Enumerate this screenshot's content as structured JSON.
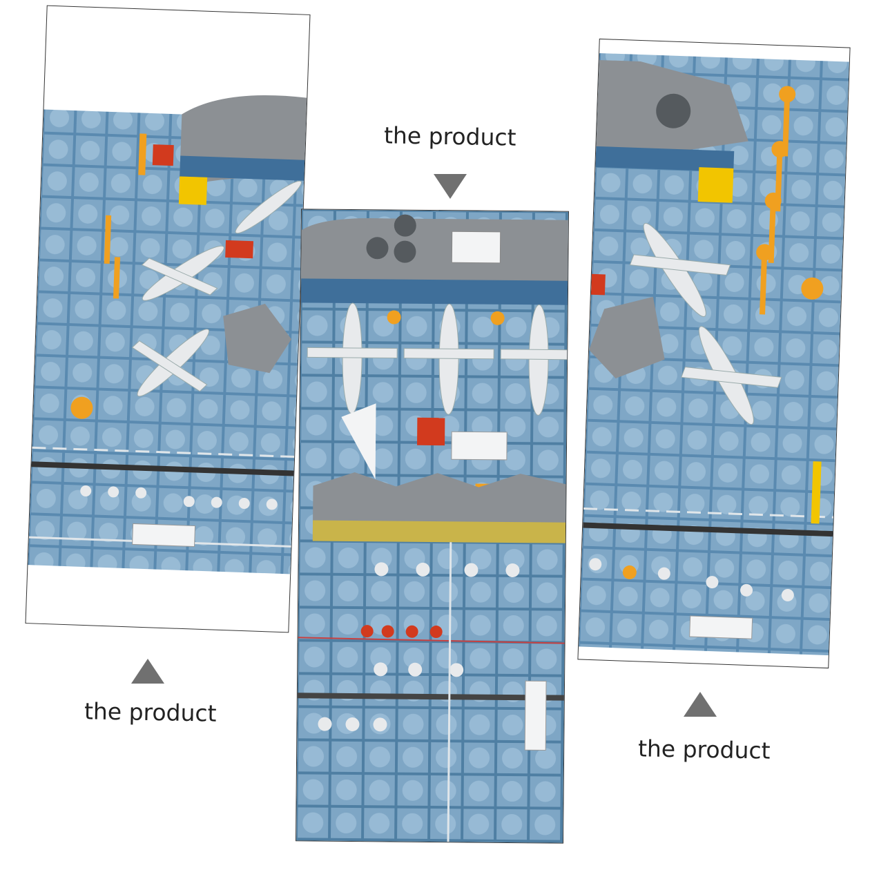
{
  "captions": {
    "left": "the product",
    "center": "the product",
    "right": "the product"
  },
  "icons": {
    "pointer_up": "triangle-up-icon",
    "pointer_down": "triangle-down-icon"
  },
  "colors": {
    "mat_blue": "#4f7fa3",
    "mat_light": "#a9c8df",
    "terminal_gray": "#8c9094",
    "accent_orange": "#f0a020",
    "accent_red": "#d23a1e",
    "pointer_gray": "#707070"
  }
}
